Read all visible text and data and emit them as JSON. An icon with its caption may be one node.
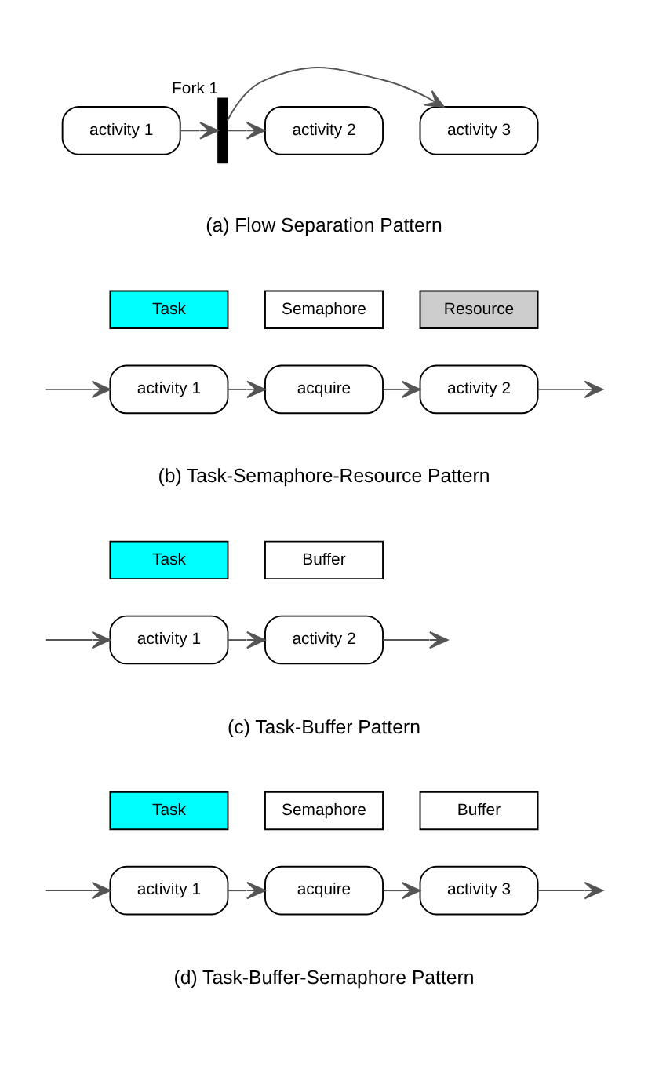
{
  "diagram": {
    "nodes": [
      {
        "text": [
          "activity 1"
        ]
      },
      {
        "text": [],
        "shape": "bar",
        "beside": [
          "Fork 1"
        ]
      },
      {
        "text": [
          "activity 2"
        ]
      },
      {
        "text": [
          "activity 3"
        ]
      },
      {
        "text": [
          "Task"
        ]
      },
      {
        "text": [
          "Semaphore"
        ]
      },
      {
        "text": [
          "Resource"
        ]
      },
      {
        "text": [
          "activity 1"
        ]
      },
      {
        "text": [
          "acquire"
        ]
      },
      {
        "text": [
          "activity 2"
        ]
      },
      {
        "text": [
          "Task"
        ]
      },
      {
        "text": [
          "Buffer"
        ]
      },
      {
        "text": [
          "activity 1"
        ]
      },
      {
        "text": [
          "activity 2"
        ]
      },
      {
        "text": [
          "Task"
        ]
      },
      {
        "text": [
          "Semaphore"
        ]
      },
      {
        "text": [
          "Buffer"
        ]
      },
      {
        "text": [
          "activity 1"
        ]
      },
      {
        "text": [
          "acquire"
        ]
      },
      {
        "text": [
          "activity 3"
        ]
      }
    ],
    "edges": [
      {
        "from": 0,
        "to": 1,
        "arrow": "to"
      },
      {
        "from": 1,
        "to": 2,
        "arrow": "to"
      },
      {
        "from": 1,
        "to": 3,
        "arrow": "to"
      },
      {
        "from": null,
        "to": 7,
        "arrow": "to"
      },
      {
        "from": 7,
        "to": 8,
        "arrow": "to"
      },
      {
        "from": 8,
        "to": 9,
        "arrow": "to"
      },
      {
        "from": 9,
        "to": null,
        "arrow": "to"
      },
      {
        "from": null,
        "to": 12,
        "arrow": "to"
      },
      {
        "from": 12,
        "to": 13,
        "arrow": "to"
      },
      {
        "from": 13,
        "to": null,
        "arrow": "to"
      },
      {
        "from": null,
        "to": 17,
        "arrow": "to"
      },
      {
        "from": 17,
        "to": 18,
        "arrow": "to"
      },
      {
        "from": 18,
        "to": 19,
        "arrow": "to"
      },
      {
        "from": 19,
        "to": null,
        "arrow": "to"
      }
    ],
    "labels": [
      "(a) Flow Separation Pattern",
      "(b) Task-Semaphore-Resource Pattern",
      "(c) Task-Buffer Pattern",
      "(d) Task-Buffer-Semaphore Pattern"
    ]
  }
}
